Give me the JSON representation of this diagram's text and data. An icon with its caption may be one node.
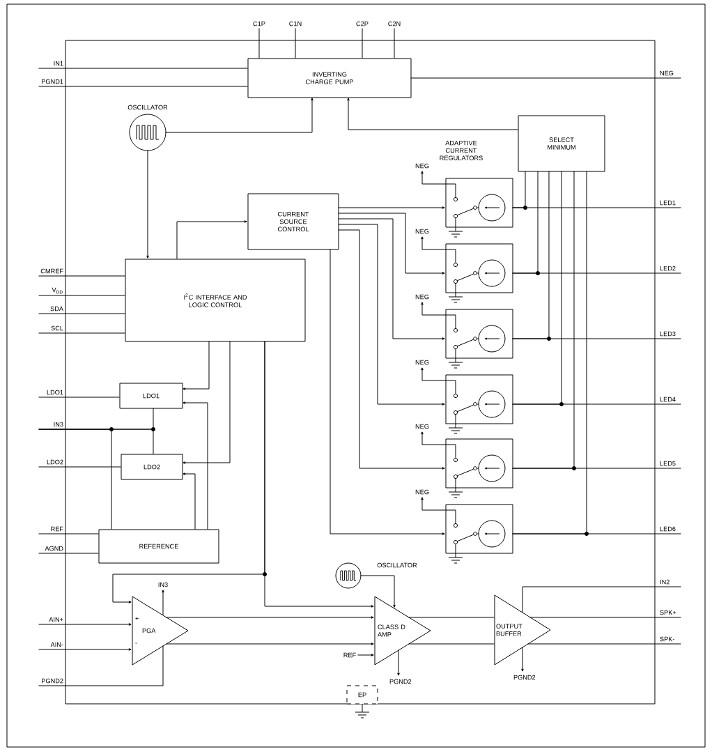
{
  "diagram": {
    "nodes": [
      {
        "text": [
          "C1P"
        ]
      },
      {
        "text": [
          "C1N"
        ]
      },
      {
        "text": [
          "C2P"
        ]
      },
      {
        "text": [
          "C2N"
        ]
      },
      {
        "text": [
          "IN1"
        ]
      },
      {
        "text": [
          "PGND1"
        ]
      },
      {
        "text": [
          "INVERTING CHARGE PUMP"
        ]
      },
      {
        "text": [
          "NEG"
        ]
      },
      {
        "text": [
          "OSCILLATOR"
        ]
      },
      {
        "text": [
          "SELECT MINIMUM"
        ]
      },
      {
        "text": [
          "CURRENT SOURCE CONTROL"
        ]
      },
      {
        "text": [
          "NEG"
        ]
      },
      {
        "text": [],
        "shape": "box"
      },
      {
        "text": [
          "LED1"
        ]
      },
      {
        "text": [
          "NEG"
        ]
      },
      {
        "text": [],
        "shape": "box"
      },
      {
        "text": [
          "LED2"
        ]
      },
      {
        "text": [
          "NEG"
        ]
      },
      {
        "text": [],
        "shape": "box"
      },
      {
        "text": [
          "LED3"
        ]
      },
      {
        "text": [
          "NEG"
        ]
      },
      {
        "text": [],
        "shape": "box"
      },
      {
        "text": [
          "LED4"
        ]
      },
      {
        "text": [
          "NEG"
        ]
      },
      {
        "text": [],
        "shape": "box"
      },
      {
        "text": [
          "LED5"
        ]
      },
      {
        "text": [
          "NEG"
        ]
      },
      {
        "text": [],
        "shape": "box"
      },
      {
        "text": [
          "LED6"
        ]
      },
      {
        "text": [
          "CMREF"
        ]
      },
      {
        "text": [
          "V$_{DD}$"
        ]
      },
      {
        "text": [
          "SDA"
        ]
      },
      {
        "text": [
          "SCL"
        ]
      },
      {
        "text": [
          "I$^{2}$C INTERFACE AND LOGIC CONTROL"
        ]
      },
      {
        "text": [
          "LDO1"
        ]
      },
      {
        "text": [
          "LDO1"
        ]
      },
      {
        "text": [
          "IN3"
        ]
      },
      {
        "text": [
          "LDO2"
        ]
      },
      {
        "text": [
          "LDO2"
        ]
      },
      {
        "text": [
          "REF"
        ]
      },
      {
        "text": [
          "AGND"
        ]
      },
      {
        "text": [
          "REFERENCE"
        ]
      },
      {
        "text": [
          "IN3"
        ]
      },
      {
        "text": [
          "OSCILLATOR"
        ]
      },
      {
        "text": [
          "IN2"
        ]
      },
      {
        "text": [
          "AIN+"
        ]
      },
      {
        "text": [
          "+",
          "PGA",
          "-"
        ]
      },
      {
        "text": [
          "AIN-"
        ]
      },
      {
        "text": [
          "CLASS D AMP"
        ]
      },
      {
        "text": [
          "REF"
        ]
      },
      {
        "text": [
          "OUTPUT BUFFER"
        ]
      },
      {
        "text": [
          "SPK+"
        ]
      },
      {
        "text": [
          "SPK-"
        ]
      },
      {
        "text": [
          "PGND2"
        ]
      },
      {
        "text": [
          "PGND2"
        ]
      },
      {
        "text": [
          "PGND2"
        ]
      },
      {
        "text": [
          "EP"
        ]
      }
    ],
    "edges": [
      {
        "from": 0,
        "to": 6,
        "arrow": "none"
      },
      {
        "from": 1,
        "to": 6,
        "arrow": "none"
      },
      {
        "from": 2,
        "to": 6,
        "arrow": "none"
      },
      {
        "from": 3,
        "to": 6,
        "arrow": "none"
      },
      {
        "from": 4,
        "to": 6,
        "arrow": "none"
      },
      {
        "from": 5,
        "to": 6,
        "arrow": "none"
      },
      {
        "from": 6,
        "to": 7,
        "arrow": "none"
      },
      {
        "from": 8,
        "to": 6,
        "arrow": "to"
      },
      {
        "from": 9,
        "to": 6,
        "arrow": "to"
      },
      {
        "from": 8,
        "to": 33,
        "arrow": "to"
      },
      {
        "from": 33,
        "to": 10,
        "arrow": "to"
      },
      {
        "from": 10,
        "to": 12,
        "arrow": "to"
      },
      {
        "from": 10,
        "to": 15,
        "arrow": "to"
      },
      {
        "from": 10,
        "to": 18,
        "arrow": "to"
      },
      {
        "from": 10,
        "to": 21,
        "arrow": "to"
      },
      {
        "from": 10,
        "to": 24,
        "arrow": "to"
      },
      {
        "from": 10,
        "to": 27,
        "arrow": "to"
      },
      {
        "from": 12,
        "to": 11,
        "arrow": "to"
      },
      {
        "from": 15,
        "to": 14,
        "arrow": "to"
      },
      {
        "from": 18,
        "to": 17,
        "arrow": "to"
      },
      {
        "from": 21,
        "to": 20,
        "arrow": "to"
      },
      {
        "from": 24,
        "to": 23,
        "arrow": "to"
      },
      {
        "from": 27,
        "to": 26,
        "arrow": "to"
      },
      {
        "from": 12,
        "to": 13,
        "arrow": "none"
      },
      {
        "from": 15,
        "to": 16,
        "arrow": "none"
      },
      {
        "from": 18,
        "to": 19,
        "arrow": "none"
      },
      {
        "from": 21,
        "to": 22,
        "arrow": "none"
      },
      {
        "from": 24,
        "to": 25,
        "arrow": "none"
      },
      {
        "from": 27,
        "to": 28,
        "arrow": "none"
      },
      {
        "from": 12,
        "to": 9,
        "arrow": "none"
      },
      {
        "from": 15,
        "to": 9,
        "arrow": "none"
      },
      {
        "from": 18,
        "to": 9,
        "arrow": "none"
      },
      {
        "from": 21,
        "to": 9,
        "arrow": "none"
      },
      {
        "from": 24,
        "to": 9,
        "arrow": "none"
      },
      {
        "from": 27,
        "to": 9,
        "arrow": "none"
      },
      {
        "from": 29,
        "to": 33,
        "arrow": "none"
      },
      {
        "from": 30,
        "to": 33,
        "arrow": "none"
      },
      {
        "from": 31,
        "to": 33,
        "arrow": "none"
      },
      {
        "from": 32,
        "to": 33,
        "arrow": "none"
      },
      {
        "from": 33,
        "to": 35,
        "arrow": "to"
      },
      {
        "from": 33,
        "to": 38,
        "arrow": "to"
      },
      {
        "from": 41,
        "to": 35,
        "arrow": "to"
      },
      {
        "from": 41,
        "to": 38,
        "arrow": "to"
      },
      {
        "from": 34,
        "to": 35,
        "arrow": "none"
      },
      {
        "from": 36,
        "to": 35,
        "arrow": "none"
      },
      {
        "from": 36,
        "to": 38,
        "arrow": "none"
      },
      {
        "from": 36,
        "to": 41,
        "arrow": "none"
      },
      {
        "from": 37,
        "to": 38,
        "arrow": "none"
      },
      {
        "from": 39,
        "to": 41,
        "arrow": "none"
      },
      {
        "from": 40,
        "to": 41,
        "arrow": "none"
      },
      {
        "from": 33,
        "to": 46,
        "arrow": "to"
      },
      {
        "from": 33,
        "to": 48,
        "arrow": "to"
      },
      {
        "from": 46,
        "to": 42,
        "arrow": "to"
      },
      {
        "from": 45,
        "to": 46,
        "arrow": "to"
      },
      {
        "from": 47,
        "to": 46,
        "arrow": "to"
      },
      {
        "from": 53,
        "to": 46,
        "arrow": "none"
      },
      {
        "from": 46,
        "to": 48,
        "arrow": "to"
      },
      {
        "from": 46,
        "to": 48,
        "arrow": "to"
      },
      {
        "from": 49,
        "to": 48,
        "arrow": "to"
      },
      {
        "from": 43,
        "to": 48,
        "arrow": "to"
      },
      {
        "from": 48,
        "to": 54,
        "arrow": "to"
      },
      {
        "from": 48,
        "to": 50,
        "arrow": "none"
      },
      {
        "from": 48,
        "to": 50,
        "arrow": "none"
      },
      {
        "from": 44,
        "to": 50,
        "arrow": "none"
      },
      {
        "from": 50,
        "to": 55,
        "arrow": "to"
      },
      {
        "from": 50,
        "to": 51,
        "arrow": "none"
      },
      {
        "from": 50,
        "to": 52,
        "arrow": "none"
      }
    ],
    "labels": [
      "ADAPTIVE CURRENT REGULATORS"
    ]
  }
}
